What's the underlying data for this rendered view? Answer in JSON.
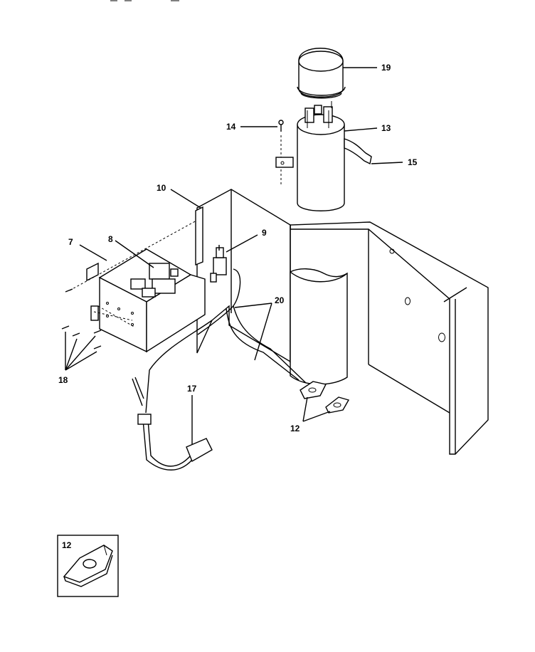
{
  "callouts": {
    "c19": "19",
    "c13": "13",
    "c14": "14",
    "c15": "15",
    "c10": "10",
    "c9": "9",
    "c7": "7",
    "c8": "8",
    "c20": "20",
    "c18": "18",
    "c17": "17",
    "c12": "12",
    "inset12": "12"
  }
}
